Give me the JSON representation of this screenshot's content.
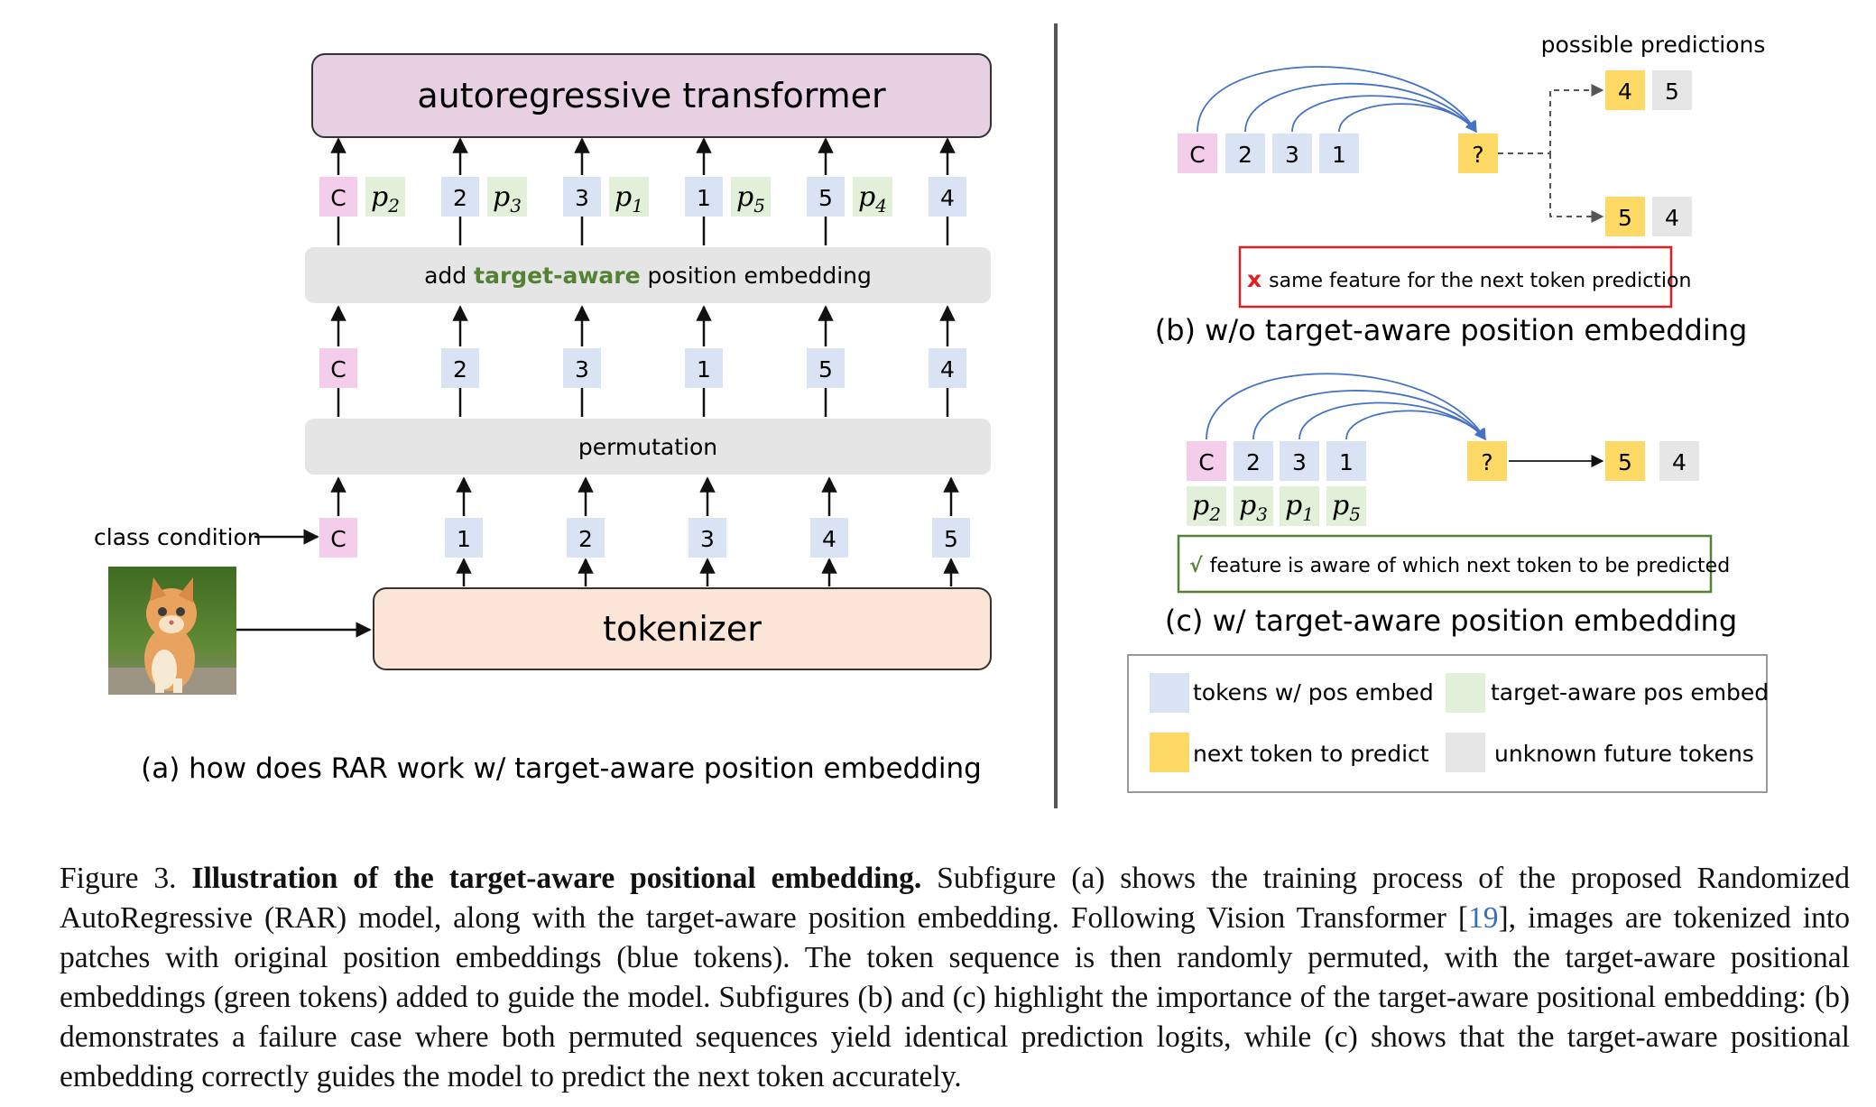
{
  "panel_a": {
    "transformer_label": "autoregressive transformer",
    "tokenizer_label": "tokenizer",
    "add_embed_prefix": "add ",
    "add_embed_highlight": "target-aware",
    "add_embed_suffix": " position embedding",
    "permutation_label": "permutation",
    "class_condition_label": "class condition",
    "subtitle": "(a) how does RAR work w/ target-aware position embedding",
    "top_row": [
      {
        "token": "C",
        "type": "class",
        "pos": "p",
        "sub": "2"
      },
      {
        "token": "2",
        "type": "blue",
        "pos": "p",
        "sub": "3"
      },
      {
        "token": "3",
        "type": "blue",
        "pos": "p",
        "sub": "1"
      },
      {
        "token": "1",
        "type": "blue",
        "pos": "p",
        "sub": "5"
      },
      {
        "token": "5",
        "type": "blue",
        "pos": "p",
        "sub": "4"
      },
      {
        "token": "4",
        "type": "blue",
        "pos": "",
        "sub": ""
      }
    ],
    "mid_row": [
      "C",
      "2",
      "3",
      "1",
      "5",
      "4"
    ],
    "bottom_row": [
      "C",
      "1",
      "2",
      "3",
      "4",
      "5"
    ]
  },
  "panel_b": {
    "tokens": [
      "C",
      "2",
      "3",
      "1"
    ],
    "query": "?",
    "possible_predictions_label": "possible predictions",
    "pred_top": [
      "4",
      "5"
    ],
    "pred_bottom": [
      "5",
      "4"
    ],
    "note_mark": "x",
    "note_text": "same feature for the next token prediction",
    "subtitle": "(b) w/o target-aware position embedding"
  },
  "panel_c": {
    "tokens": [
      "C",
      "2",
      "3",
      "1"
    ],
    "pos_subs": [
      "2",
      "3",
      "1",
      "5"
    ],
    "pos_base": "p",
    "query": "?",
    "pred": [
      "5",
      "4"
    ],
    "note_mark": "√",
    "note_text": "feature is aware of which next token to be predicted",
    "subtitle": "(c) w/ target-aware position embedding"
  },
  "legend": {
    "blue": "tokens w/ pos embed",
    "green": "target-aware pos embed",
    "yellow": "next token to predict",
    "gray": "unknown future tokens"
  },
  "caption": {
    "fig_label": "Figure 3. ",
    "bold_title": "Illustration of the target-aware positional embedding.",
    "text_1": " Subfigure (a) shows the training process of the proposed Randomized AutoRegressive (RAR) model, along with the target-aware position embedding. Following Vision Transformer [",
    "ref": "19",
    "text_2": "], images are tokenized into patches with original position embeddings (blue tokens).  The token sequence is then randomly permuted, with the target-aware positional embeddings (green tokens) added to guide the model.  Subfigures (b) and (c) highlight the importance of the target-aware positional embedding: (b) demonstrates a failure case where both permuted sequences yield identical prediction logits, while (c) shows that the target-aware positional embedding correctly guides the model to predict the next token accurately."
  },
  "colors": {
    "blue_token": "#dae3f3",
    "green_token": "#e2efd9",
    "class_token": "#f4cdeb",
    "yellow_token": "#ffd966",
    "gray_token": "#e6e6e6",
    "transformer_fill": "#e6d0e2",
    "tokenizer_fill": "#fbe5d6",
    "bar_fill": "#e5e5e5",
    "highlight_green": "#548235",
    "arc_blue": "#4472c4",
    "red_border": "#e02020",
    "green_border": "#548235",
    "ref_blue": "#3a6fb5"
  }
}
